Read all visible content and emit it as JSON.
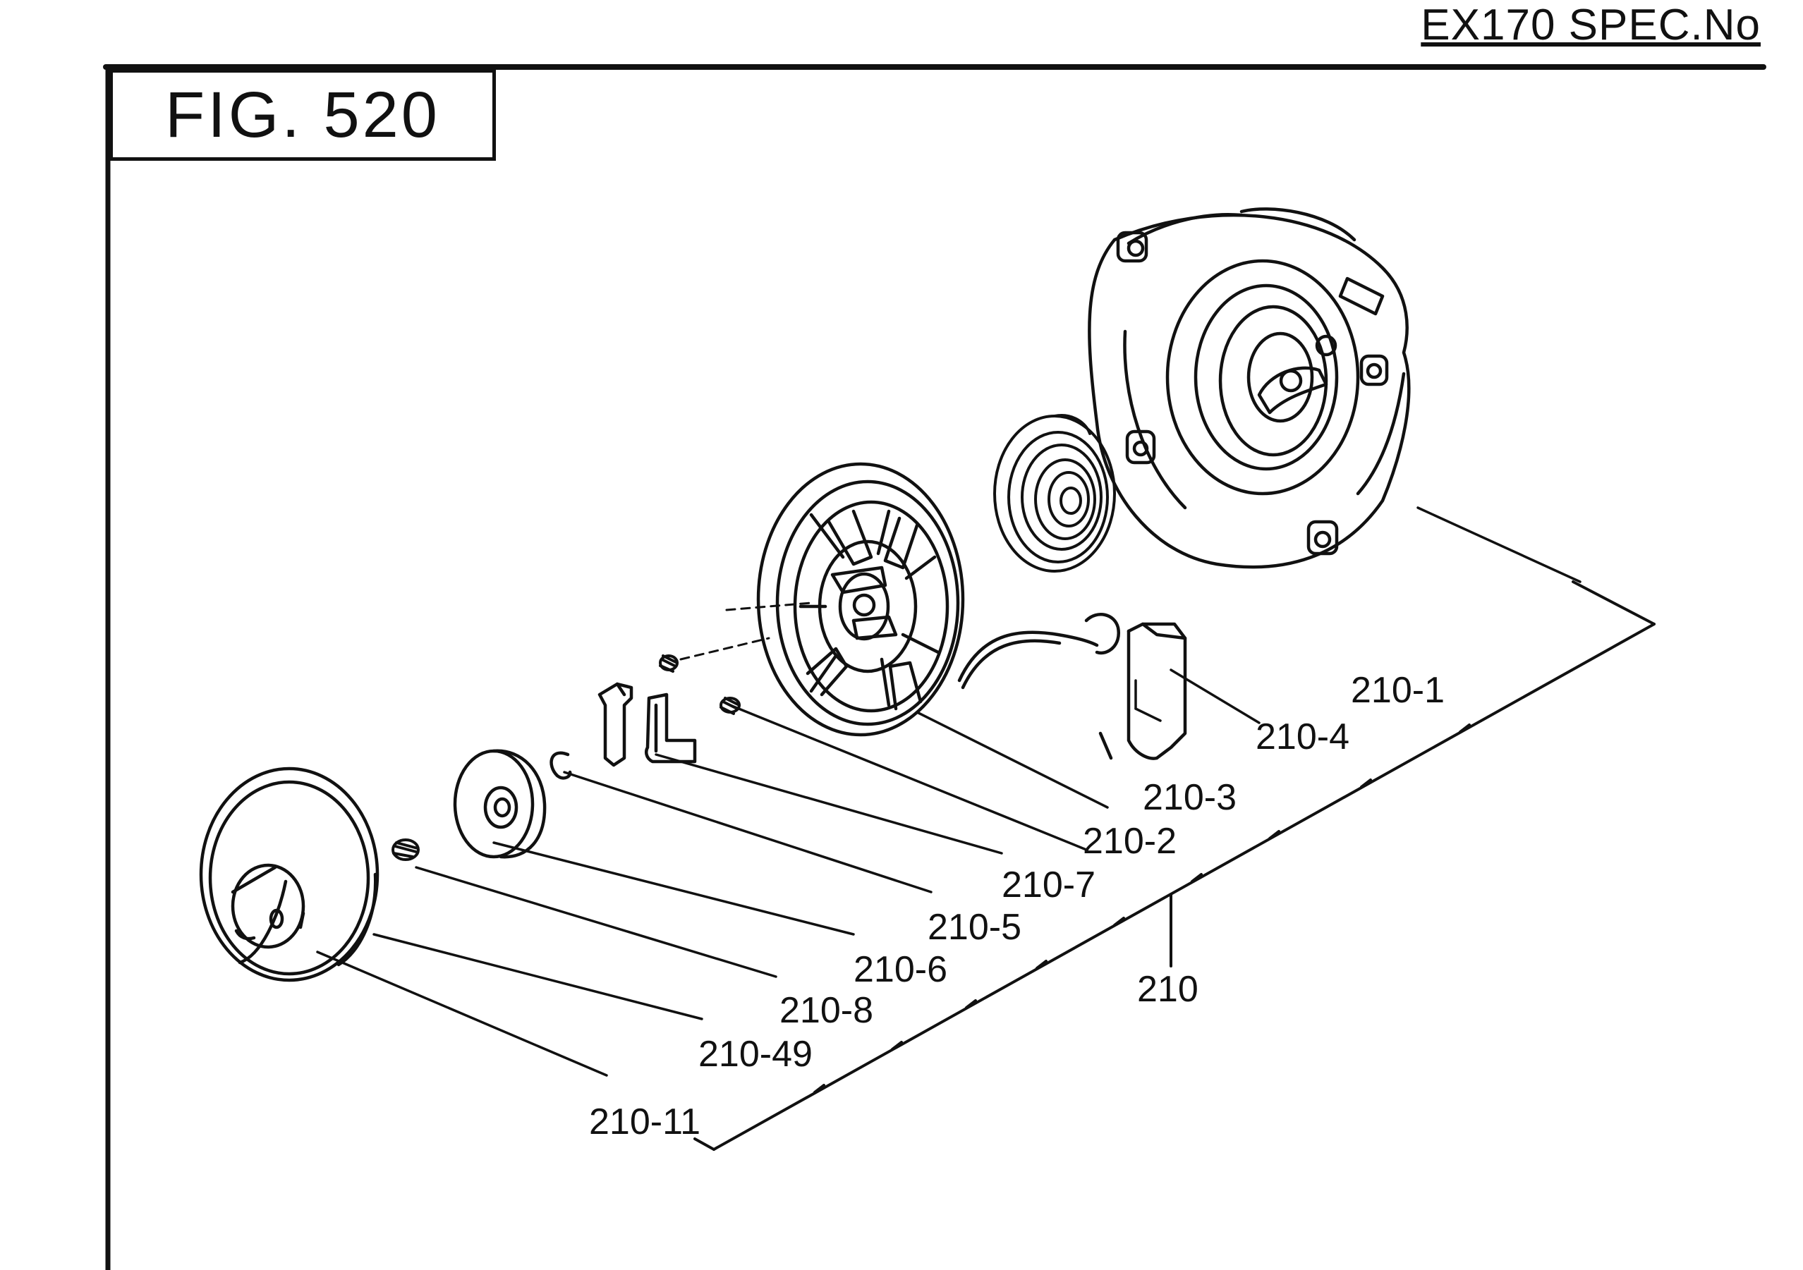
{
  "header": {
    "spec_label": "EX170 SPEC.No"
  },
  "figure": {
    "label": "FIG. 520"
  },
  "parts": [
    {
      "id": "p210_1",
      "label": "210-1"
    },
    {
      "id": "p210_4",
      "label": "210-4"
    },
    {
      "id": "p210_3",
      "label": "210-3"
    },
    {
      "id": "p210_2",
      "label": "210-2"
    },
    {
      "id": "p210_7",
      "label": "210-7"
    },
    {
      "id": "p210_5",
      "label": "210-5"
    },
    {
      "id": "p210_6",
      "label": "210-6"
    },
    {
      "id": "p210_8",
      "label": "210-8"
    },
    {
      "id": "p210_49",
      "label": "210-49"
    },
    {
      "id": "p210_11",
      "label": "210-11"
    },
    {
      "id": "p210",
      "label": "210"
    }
  ]
}
